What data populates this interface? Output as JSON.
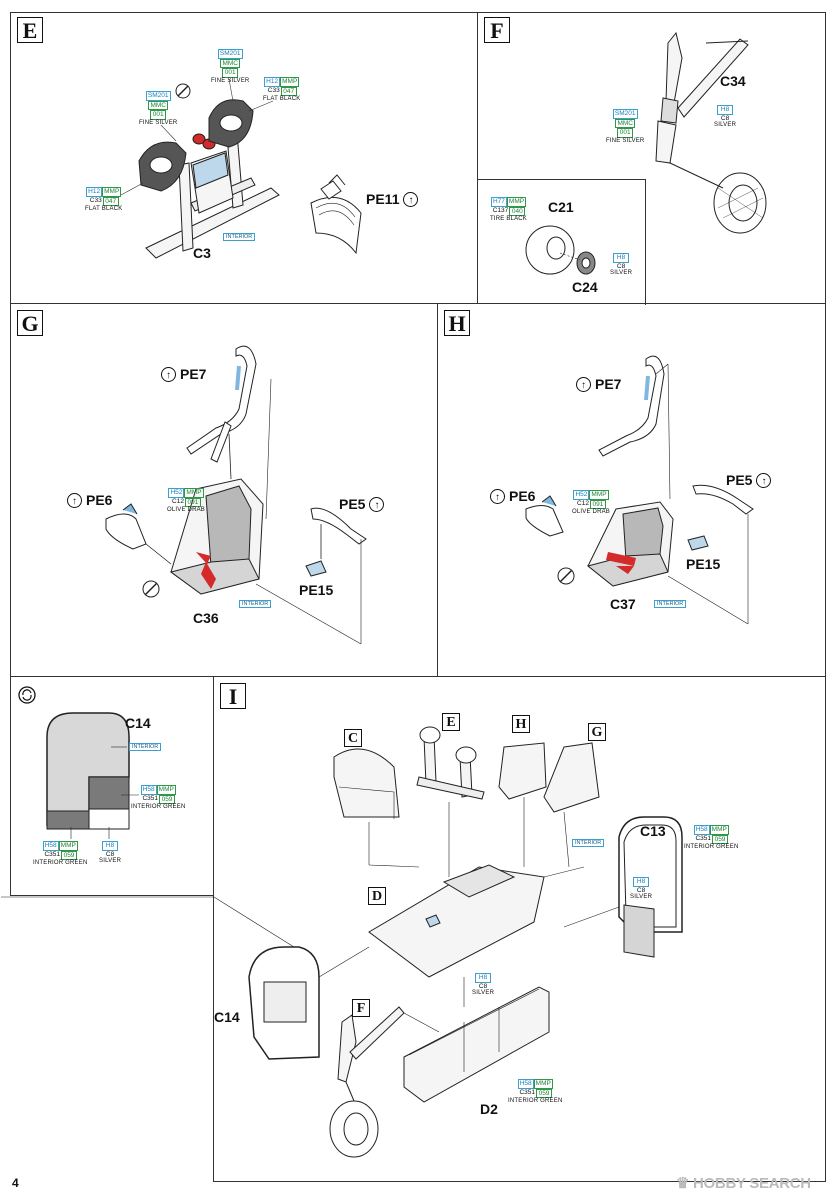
{
  "page_number": "4",
  "watermark": "HOBBY SEARCH",
  "colors": {
    "humbrol_border": "#3aa0d0",
    "mmp_border": "#2e9a48",
    "paint_fill": "#bcd8ea",
    "red_part": "#d42a2a",
    "gray_part": "#555555"
  },
  "steps": {
    "E": {
      "label": "E",
      "parts": {
        "c3": "C3",
        "pe11": "PE11"
      },
      "tag_interior": "INTERIOR",
      "callout_left": {
        "h": "SM201",
        "mmp": "MMC",
        "c": "001",
        "name": "FINE SILVER"
      },
      "callout_mid": {
        "h": "SM201",
        "mmp": "MMC",
        "c": "001",
        "name": "FINE SILVER"
      },
      "callout_right": {
        "h": "H12",
        "mmp": "MMP",
        "c": "C33",
        "cn": "047",
        "name": "FLAT BLACK"
      },
      "callout_low": {
        "h": "H12",
        "mmp": "MMP",
        "c": "C33",
        "cn": "047",
        "name": "FLAT BLACK"
      }
    },
    "F": {
      "label": "F",
      "parts": {
        "c34": "C34",
        "c21": "C21",
        "c24": "C24"
      },
      "callout_strut": {
        "h": "SM201",
        "mmp": "MMC",
        "c": "001",
        "name": "FINE SILVER"
      },
      "callout_strut2": {
        "h": "H8",
        "c": "C8",
        "name": "SILVER"
      },
      "callout_tire": {
        "h": "H77",
        "mmp": "MMP",
        "c": "C137",
        "cn": "040",
        "name": "TIRE BLACK"
      },
      "callout_hub": {
        "h": "H8",
        "c": "C8",
        "name": "SILVER"
      }
    },
    "G": {
      "label": "G",
      "parts": {
        "pe7": "PE7",
        "pe6": "PE6",
        "pe5": "PE5",
        "pe15": "PE15",
        "c36": "C36"
      },
      "tag_interior": "INTERIOR",
      "callout_seat": {
        "h": "H52",
        "mmp": "MMP",
        "c": "C12",
        "cn": "091",
        "name": "OLIVE DRAB"
      }
    },
    "H": {
      "label": "H",
      "parts": {
        "pe7": "PE7",
        "pe6": "PE6",
        "pe5": "PE5",
        "pe15": "PE15",
        "c37": "C37"
      },
      "tag_interior": "INTERIOR",
      "callout_seat": {
        "h": "H52",
        "mmp": "MMP",
        "c": "C12",
        "cn": "091",
        "name": "OLIVE DRAB"
      }
    },
    "side": {
      "part": "C14",
      "tag_interior": "INTERIOR",
      "callout_green": {
        "h": "H58",
        "mmp": "MMP",
        "c": "C351",
        "cn": "059",
        "name": "INTERIOR GREEN"
      },
      "callout_green2": {
        "h": "H58",
        "mmp": "MMP",
        "c": "C351",
        "cn": "059",
        "name": "INTERIOR GREEN"
      },
      "callout_silver": {
        "h": "H8",
        "c": "C8",
        "name": "SILVER"
      }
    },
    "I": {
      "label": "I",
      "parts": {
        "c13": "C13",
        "c14": "C14",
        "d2": "D2"
      },
      "sub_refs": {
        "c": "C",
        "e": "E",
        "h": "H",
        "g": "G",
        "d": "D",
        "f": "F"
      },
      "tag_interior": "INTERIOR",
      "callout_c13": {
        "h": "H58",
        "mmp": "MMP",
        "c": "C351",
        "cn": "059",
        "name": "INTERIOR GREEN"
      },
      "callout_c13_silver": {
        "h": "H8",
        "c": "C8",
        "name": "SILVER"
      },
      "callout_floor": {
        "h": "H8",
        "c": "C8",
        "name": "SILVER"
      },
      "callout_d2": {
        "h": "H58",
        "mmp": "MMP",
        "c": "C351",
        "cn": "059",
        "name": "INTERIOR GREEN"
      }
    }
  }
}
